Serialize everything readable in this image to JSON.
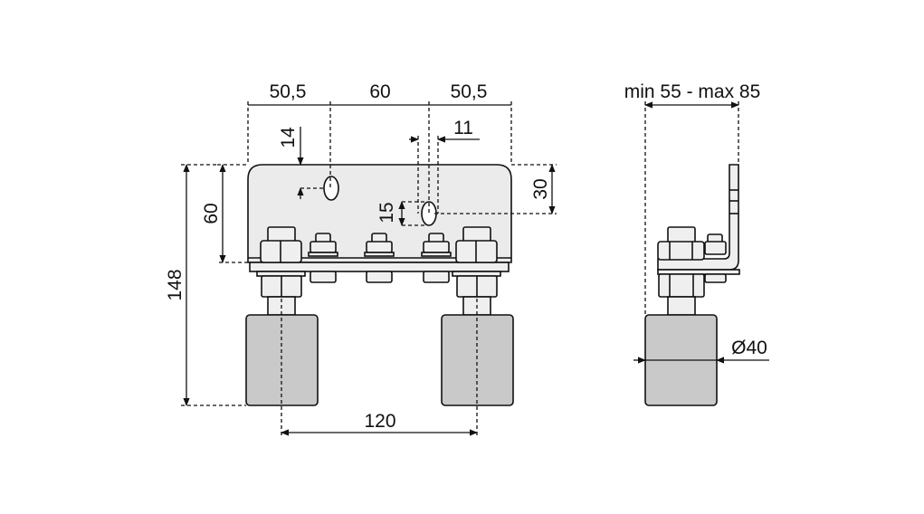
{
  "dimensions": {
    "left_offset": "50,5",
    "middle_spacing": "60",
    "right_offset": "50,5",
    "slot_width": "11",
    "slot_offset_top": "14",
    "slot_offset_right": "30",
    "slot_height": "15",
    "plate_height": "60",
    "total_height": "148",
    "wheel_spacing": "120",
    "mount_range": "min 55 - max 85",
    "wheel_diameter": "Ø40"
  }
}
